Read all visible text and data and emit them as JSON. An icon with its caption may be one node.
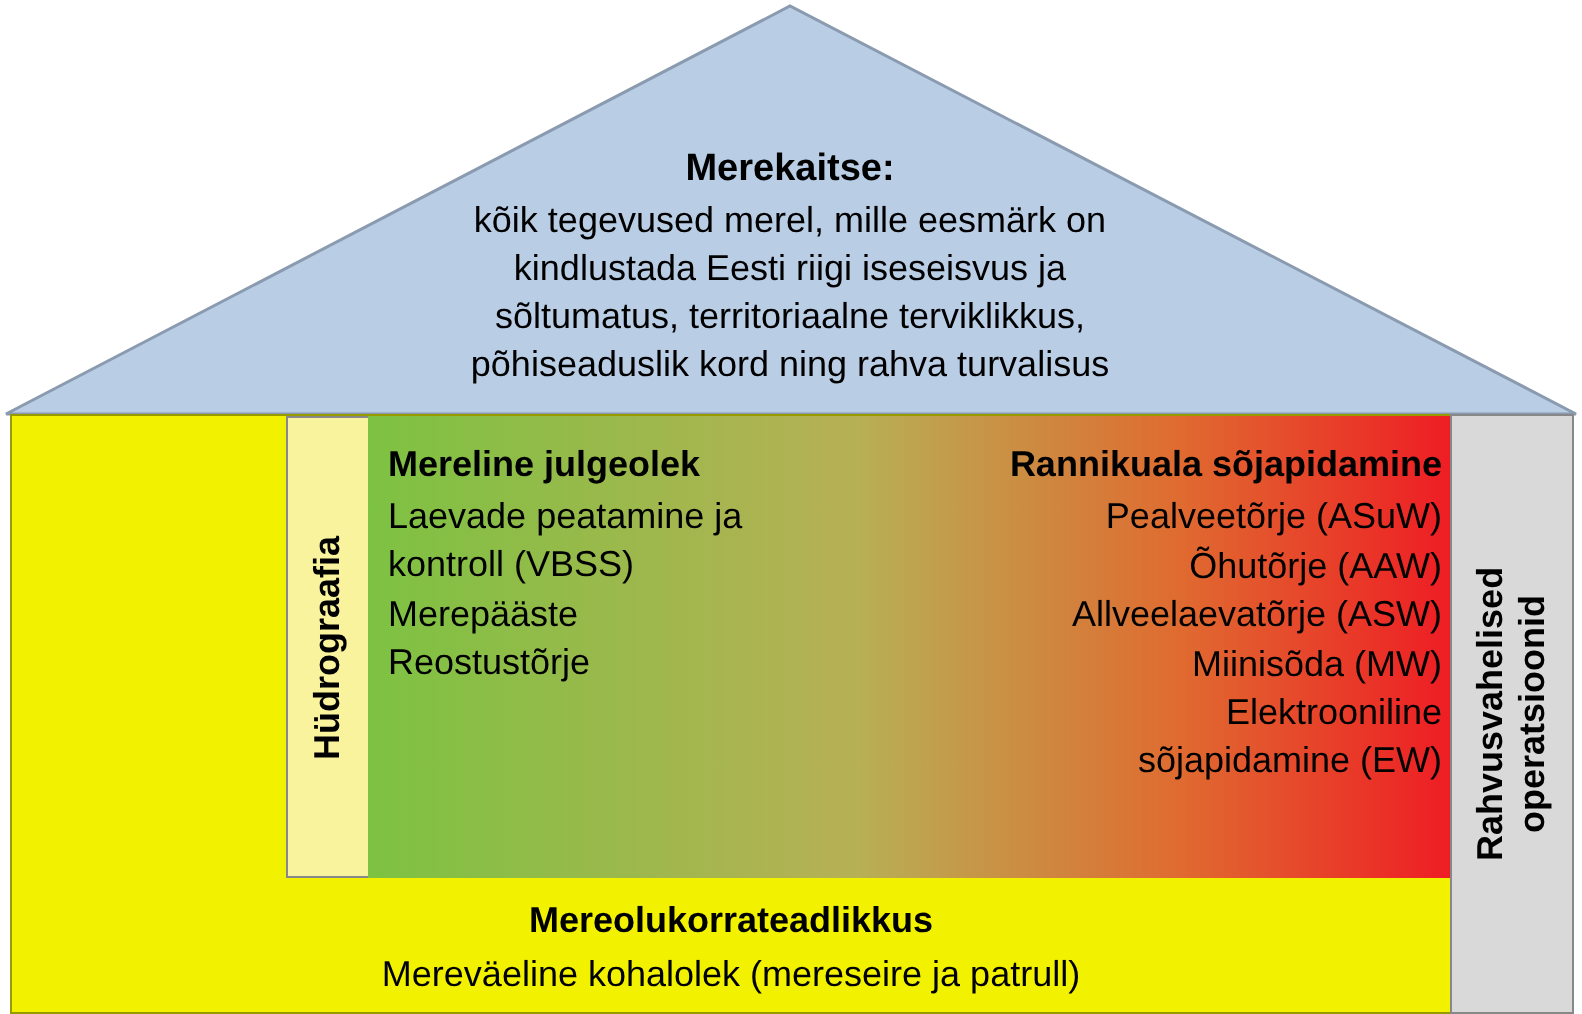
{
  "diagram": {
    "nodes": [
      {
        "text": [
          "Merekaitse:",
          "kõik tegevused merel, mille eesmärk on kindlustada Eesti riigi iseseisvus ja sõltumatus, territoriaalne terviklikkus, põhiseaduslik kord ning rahva turvalisus"
        ]
      },
      {
        "text": [
          "Mereolukorrateadlikkus",
          "Mereväeline kohalolek (mereseire ja patrull)"
        ]
      },
      {
        "text": [
          "Hüdrograafia"
        ],
        "in": 1
      },
      {
        "text": [
          "Mereline julgeolek",
          "Laevade peatamine ja kontroll (VBSS)",
          "Merepääste",
          "Reostustõrje",
          "Rannikuala sõjapidamine",
          "Pealveetõrje (ASuW)",
          "Õhutõrje (AAW)",
          "Allveelaevatõrje (ASW)",
          "Miinisõda (MW)",
          "Elektrooniline sõjapidamine (EW)"
        ],
        "in": 1
      },
      {
        "text": [
          "Rahvusvahelised operatsioonid"
        ]
      }
    ]
  }
}
